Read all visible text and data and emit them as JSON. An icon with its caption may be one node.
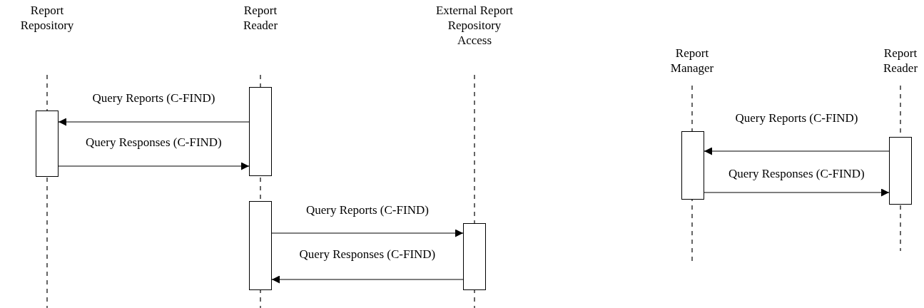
{
  "diagram": {
    "nodes": [
      {
        "text": [
          "Report Repository"
        ]
      },
      {
        "text": [
          "Report Reader"
        ]
      },
      {
        "text": [
          "External Report Repository Access"
        ]
      },
      {
        "text": [
          "Report Manager"
        ]
      },
      {
        "text": [
          "Report Reader"
        ]
      },
      {
        "text": [],
        "shape": "bar"
      },
      {
        "text": [],
        "shape": "bar"
      },
      {
        "text": [],
        "shape": "bar"
      },
      {
        "text": [],
        "shape": "bar"
      },
      {
        "text": [],
        "shape": "bar"
      },
      {
        "text": [],
        "shape": "bar"
      }
    ],
    "edges": [
      {
        "from": 6,
        "to": 5,
        "arrow": "to",
        "label": "Query Reports (C-FIND)"
      },
      {
        "from": 5,
        "to": 6,
        "arrow": "to",
        "label": "Query Responses (C-FIND)"
      },
      {
        "from": 7,
        "to": 8,
        "arrow": "to",
        "label": "Query Reports (C-FIND)"
      },
      {
        "from": 8,
        "to": 7,
        "arrow": "to",
        "label": "Query Responses (C-FIND)"
      },
      {
        "from": 10,
        "to": 9,
        "arrow": "to",
        "label": "Query Reports (C-FIND)"
      },
      {
        "from": 9,
        "to": 10,
        "arrow": "to",
        "label": "Query Responses (C-FIND)"
      }
    ]
  }
}
